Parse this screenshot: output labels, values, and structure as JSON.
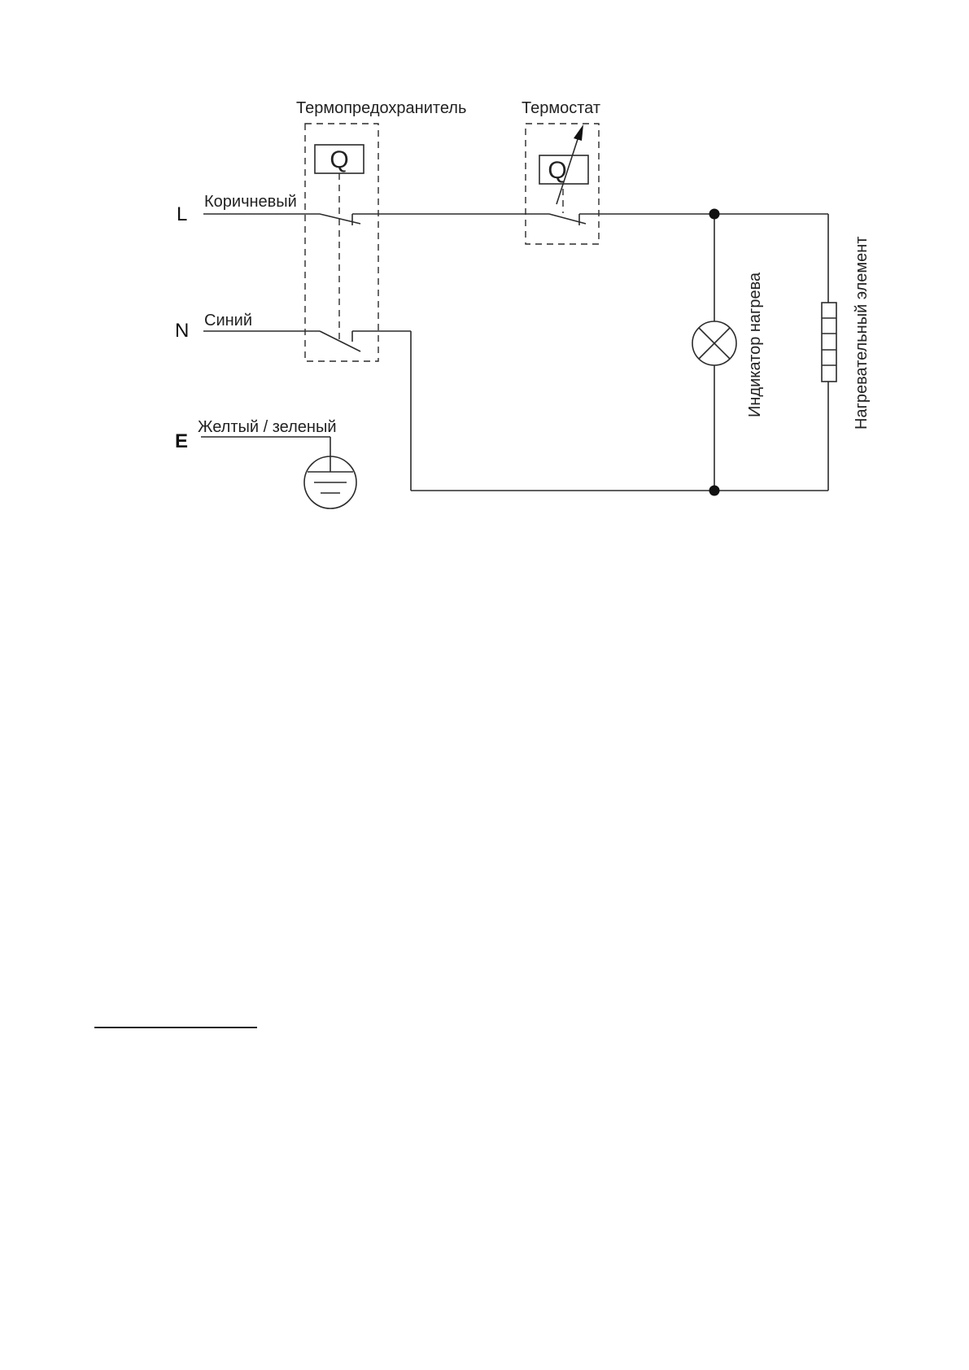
{
  "diagram": {
    "terminals": {
      "line": "L",
      "neutral": "N",
      "earth": "E"
    },
    "wires": {
      "line_color": "Коричневый",
      "neutral_color": "Синий",
      "earth_color": "Желтый / зеленый"
    },
    "components": {
      "thermal_fuse": "Термопредохранитель",
      "thermostat": "Термостат",
      "heating_indicator": "Индикатор нагрева",
      "heating_element": "Нагревательный элемент",
      "sensor_symbol": "Q"
    }
  }
}
